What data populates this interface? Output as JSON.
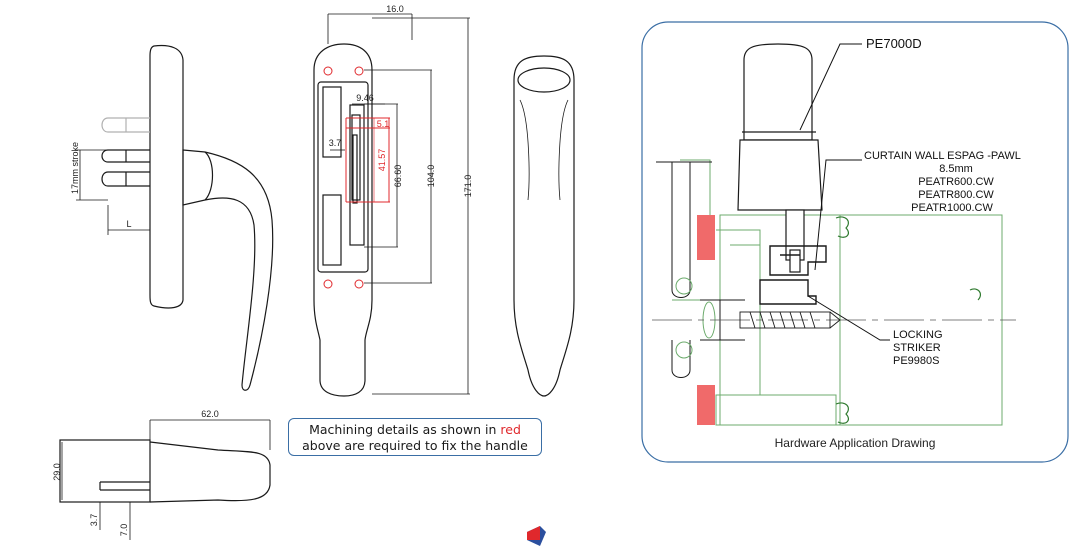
{
  "colors": {
    "outline": "#1a1a1a",
    "machining": "#e0282c",
    "frame_green": "#6cab6c",
    "panel_border": "#3a6ea5",
    "seal_pink": "#f06a6a",
    "logo_blue": "#2b4f9e"
  },
  "side_view": {
    "stroke_label": "17mm stroke",
    "l_label": "L"
  },
  "front_view": {
    "dim_top": "16.0",
    "dim_946": "9.46",
    "dim_37": "3.7",
    "dim_51": "5.1",
    "dim_4157": "41.57",
    "dim_6660": "66.60",
    "dim_104": "104.0",
    "dim_171": "171.0"
  },
  "bottom_view": {
    "dim_62": "62.0",
    "dim_29": "29.0",
    "dim_37": "3.7",
    "dim_70": "7.0"
  },
  "note": {
    "line1_before": "Machining details as shown in",
    "line1_red": "red",
    "line2": "above are required to fix the handle"
  },
  "application": {
    "product_label": "PE7000D",
    "pawl_title": "CURTAIN WALL ESPAG -PAWL",
    "pawl_size": "8.5mm",
    "pawl_codes": [
      "PEATR600.CW",
      "PEATR800.CW",
      "PEATR1000.CW"
    ],
    "striker_lines": [
      "LOCKING",
      "STRIKER",
      "PE9980S"
    ],
    "caption": "Hardware Application Drawing"
  },
  "icons": {
    "brand_logo": "brand-logo-icon"
  }
}
